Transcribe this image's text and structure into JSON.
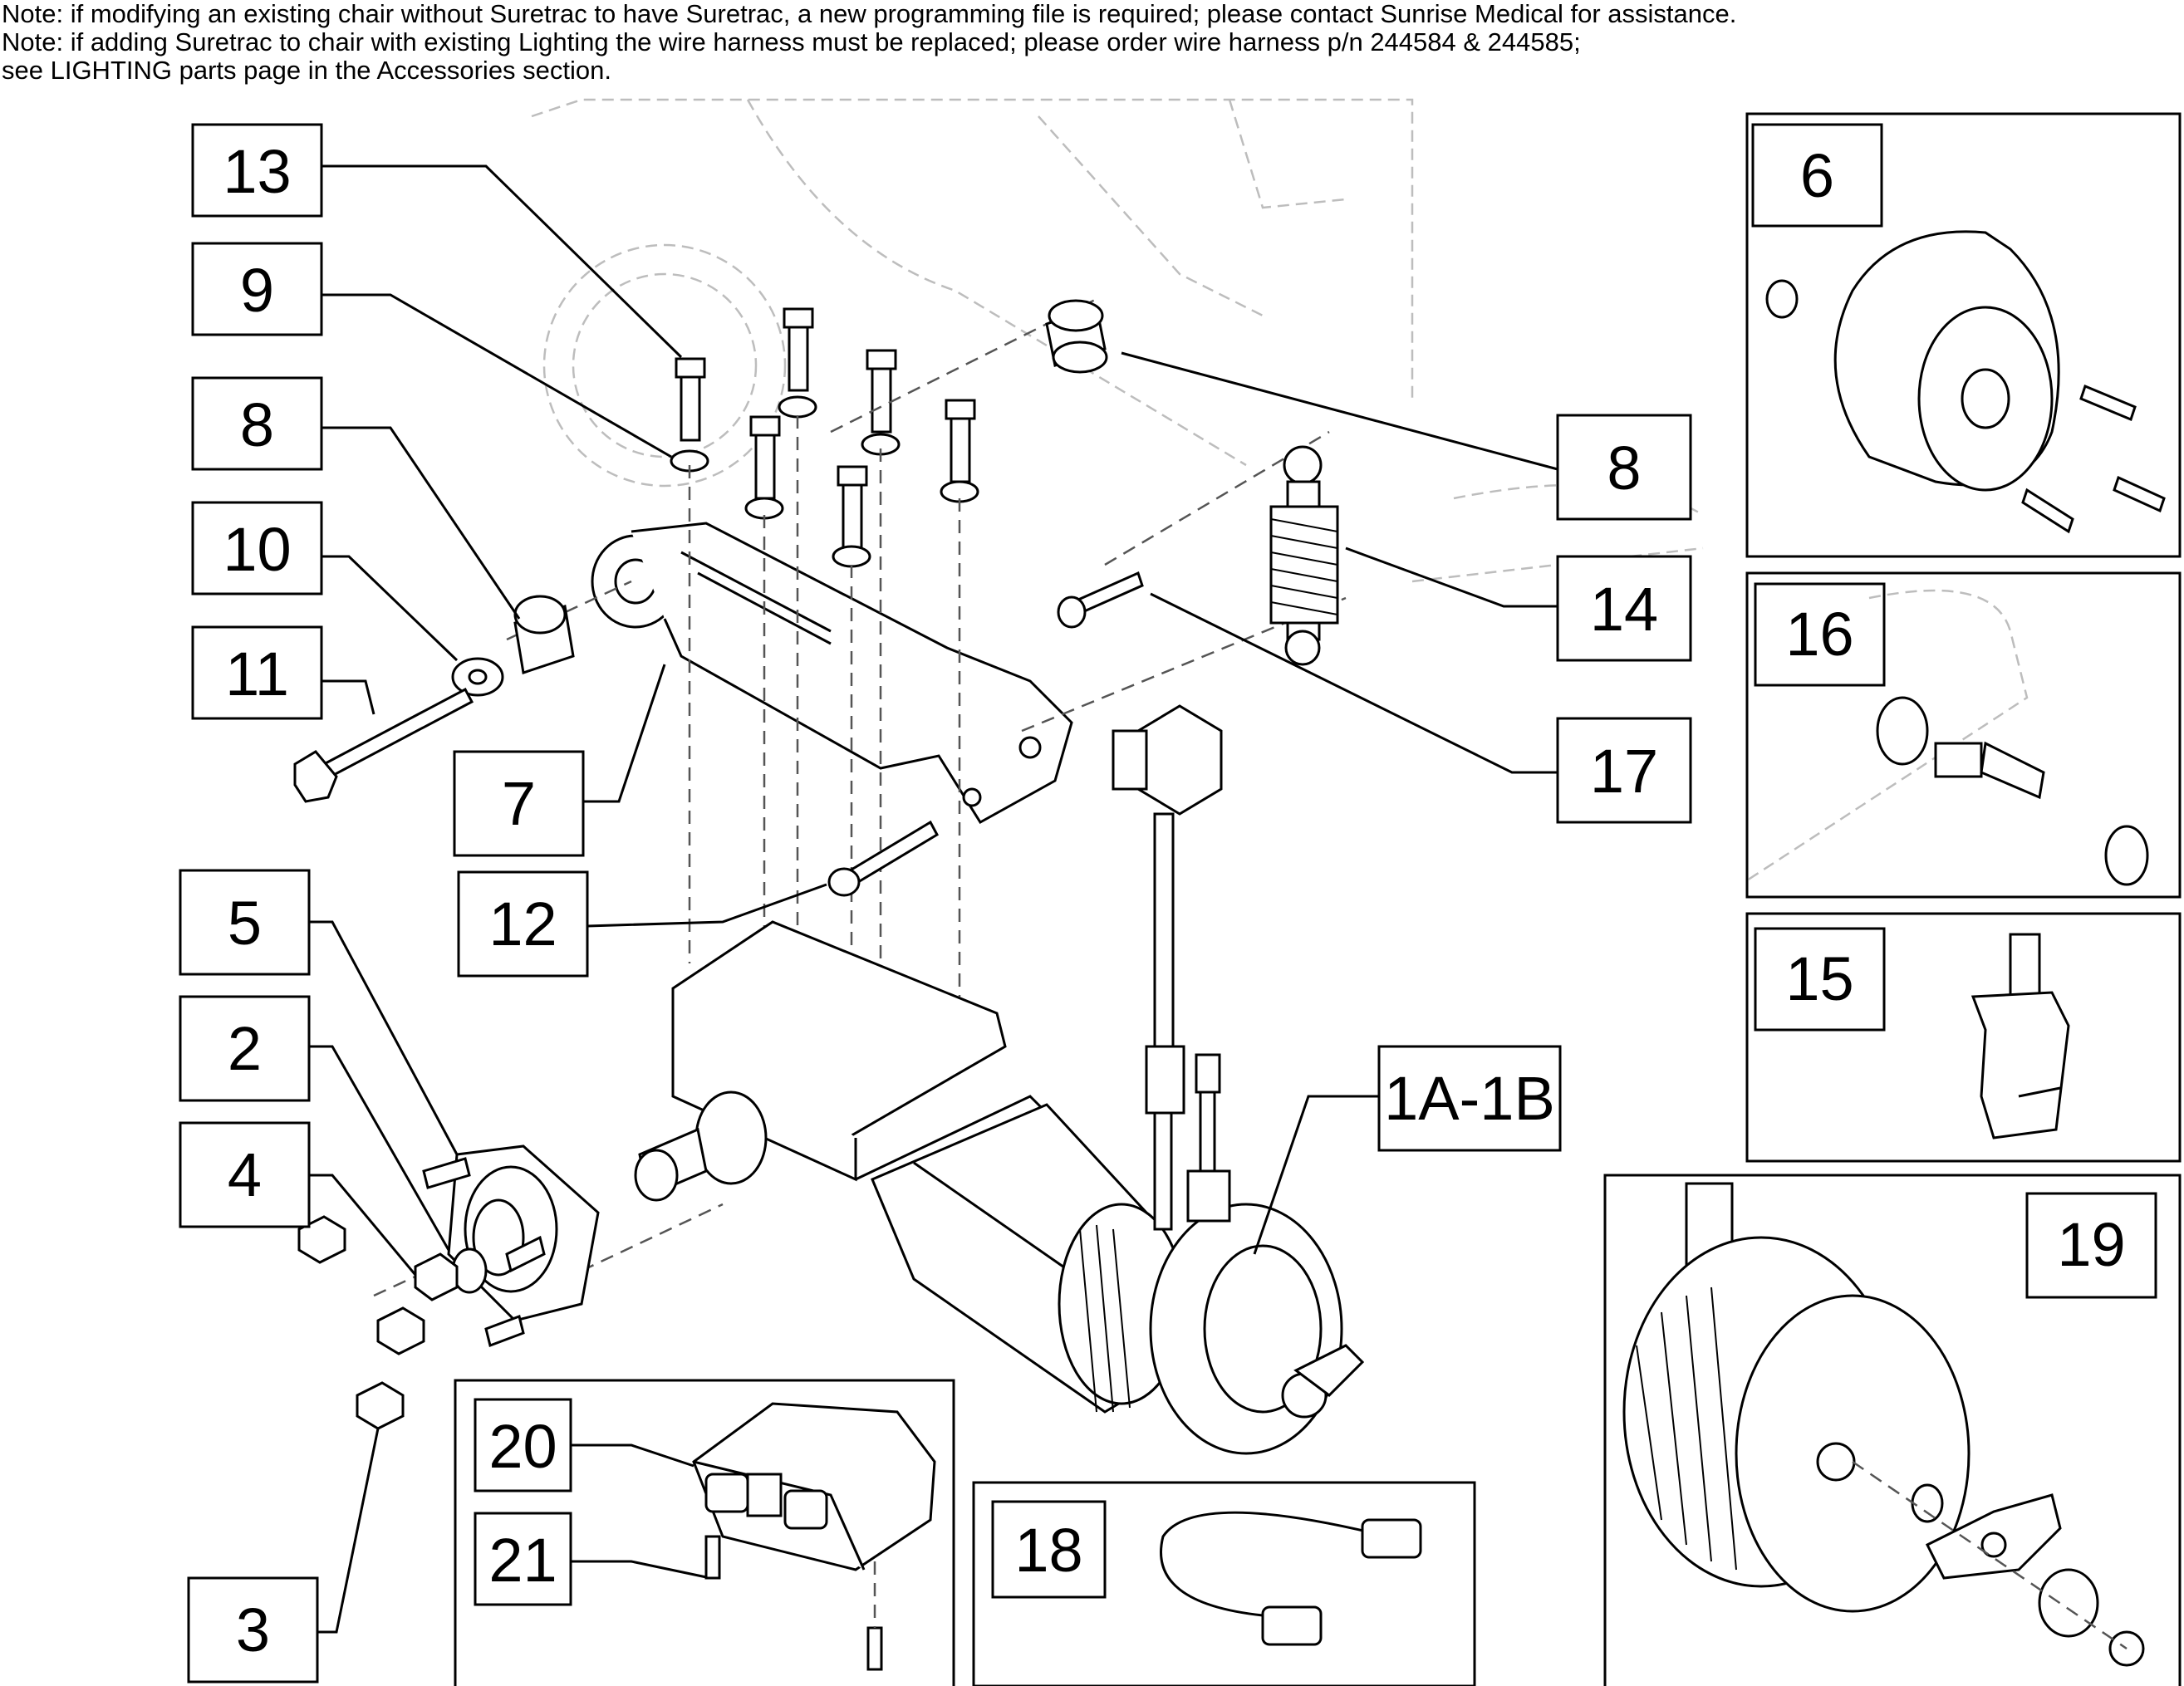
{
  "notes": [
    "Note: if modifying an existing chair without Suretrac to have Suretrac, a new programming file is required; please contact Sunrise Medical for assistance.",
    "Note: if adding Suretrac to chair with existing Lighting the wire harness must be replaced; please order wire harness p/n 244584 & 244585;",
    "see LIGHTING parts page in the Accessories section."
  ],
  "callouts": {
    "c13": "13",
    "c9": "9",
    "c8_left": "8",
    "c10": "10",
    "c11": "11",
    "c7": "7",
    "c12": "12",
    "c5": "5",
    "c2": "2",
    "c4": "4",
    "c3": "3",
    "c20": "20",
    "c21": "21",
    "c18": "18",
    "c1a1b": "1A-1B",
    "c8_right": "8",
    "c14": "14",
    "c17": "17",
    "c6": "6",
    "c16": "16",
    "c15": "15",
    "c19": "19"
  },
  "colors": {
    "ink": "#000000",
    "ghost_lines": "#bdbdbd",
    "background": "#ffffff"
  }
}
